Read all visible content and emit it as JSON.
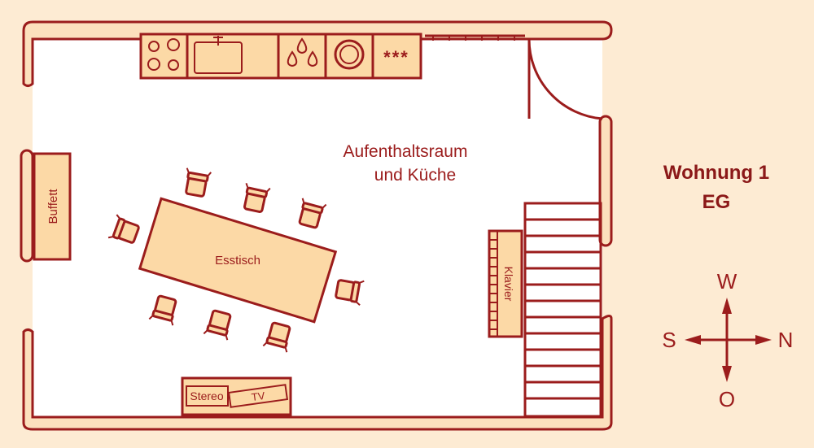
{
  "rooms": {
    "main_line1": "Aufenthaltsraum",
    "main_line2": "und Küche"
  },
  "furniture": {
    "buffet": "Buffett",
    "table": "Esstisch",
    "piano": "Klavier",
    "stereo": "Stereo",
    "tv": "TV",
    "stove_marks": "***"
  },
  "title": {
    "line1": "Wohnung 1",
    "line2": "EG"
  },
  "compass": {
    "top": "W",
    "left": "S",
    "right": "N",
    "bottom": "O"
  },
  "colors": {
    "background": "#fdebd3",
    "wall_fill": "#fce0bd",
    "furniture_fill": "#fcd9a6",
    "stroke": "#9b1c1c"
  }
}
